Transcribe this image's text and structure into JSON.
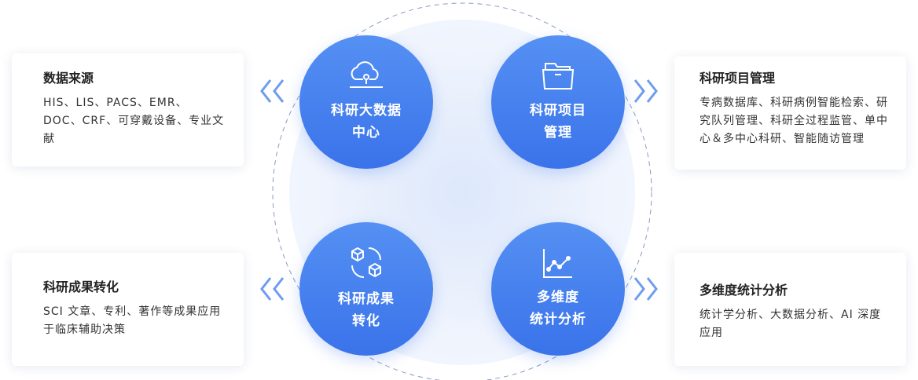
{
  "nodes": [
    {
      "icon": "cloud-data-icon",
      "line1": "科研大数据",
      "line2": "中心"
    },
    {
      "icon": "folder-icon",
      "line1": "科研项目",
      "line2": "管理"
    },
    {
      "icon": "cubes-exchange-icon",
      "line1": "科研成果",
      "line2": "转化"
    },
    {
      "icon": "line-chart-icon",
      "line1": "多维度",
      "line2": "统计分析"
    }
  ],
  "cards": [
    {
      "title": "数据来源",
      "desc": "HIS、LIS、PACS、EMR、DOC、CRF、可穿戴设备、专业文献"
    },
    {
      "title": "科研项目管理",
      "desc": "专病数据库、科研病例智能检索、研究队列管理、科研全过程监管、单中心＆多中心科研、智能随访管理"
    },
    {
      "title": "科研成果转化",
      "desc": "SCI 文章、专利、著作等成果应用于临床辅助决策"
    },
    {
      "title": "多维度统计分析",
      "desc": "统计学分析、大数据分析、AI 深度应用"
    }
  ],
  "colors": {
    "primary": "#3a73ea",
    "chevron": "#6f9cf0"
  }
}
